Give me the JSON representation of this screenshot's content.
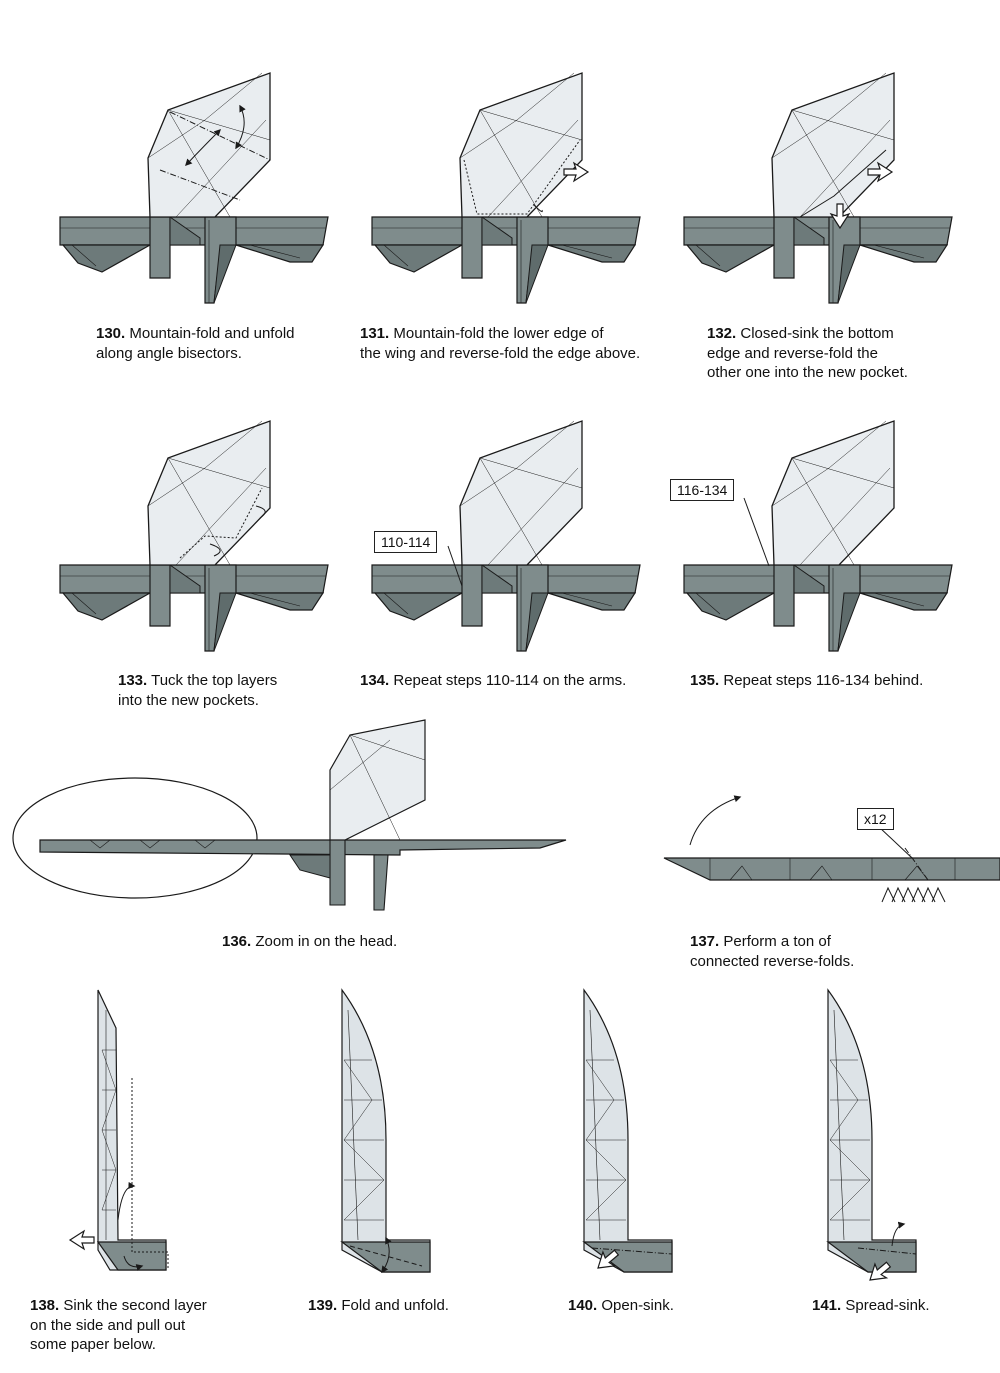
{
  "colors": {
    "paper_white": "#e9edf0",
    "paper_gray": "#7f8c8c",
    "paper_dark": "#5f6c6c",
    "line": "#1a1a1a"
  },
  "steps": [
    {
      "id": "130",
      "number": "130.",
      "text": " Mountain-fold and unfold\nalong angle bisectors."
    },
    {
      "id": "131",
      "number": "131.",
      "text": " Mountain-fold the lower edge of\nthe wing and reverse-fold the edge above."
    },
    {
      "id": "132",
      "number": "132.",
      "text": " Closed-sink the bottom\nedge and reverse-fold the\nother one into the new pocket."
    },
    {
      "id": "133",
      "number": "133.",
      "text": " Tuck the top layers\ninto the new pockets."
    },
    {
      "id": "134",
      "number": "134.",
      "text": " Repeat steps 110-114 on the arms."
    },
    {
      "id": "135",
      "number": "135.",
      "text": " Repeat steps 116-134 behind."
    },
    {
      "id": "136",
      "number": "136.",
      "text": " Zoom in on the head."
    },
    {
      "id": "137",
      "number": "137.",
      "text": " Perform a ton of\nconnected reverse-folds."
    },
    {
      "id": "138",
      "number": "138.",
      "text": " Sink the second layer\non the side and pull out\n some paper below."
    },
    {
      "id": "139",
      "number": "139.",
      "text": " Fold and unfold."
    },
    {
      "id": "140",
      "number": "140.",
      "text": " Open-sink."
    },
    {
      "id": "141",
      "number": "141.",
      "text": " Spread-sink."
    }
  ],
  "refs": {
    "r134": "110-114",
    "r135": "116-134",
    "r137": "x12"
  }
}
